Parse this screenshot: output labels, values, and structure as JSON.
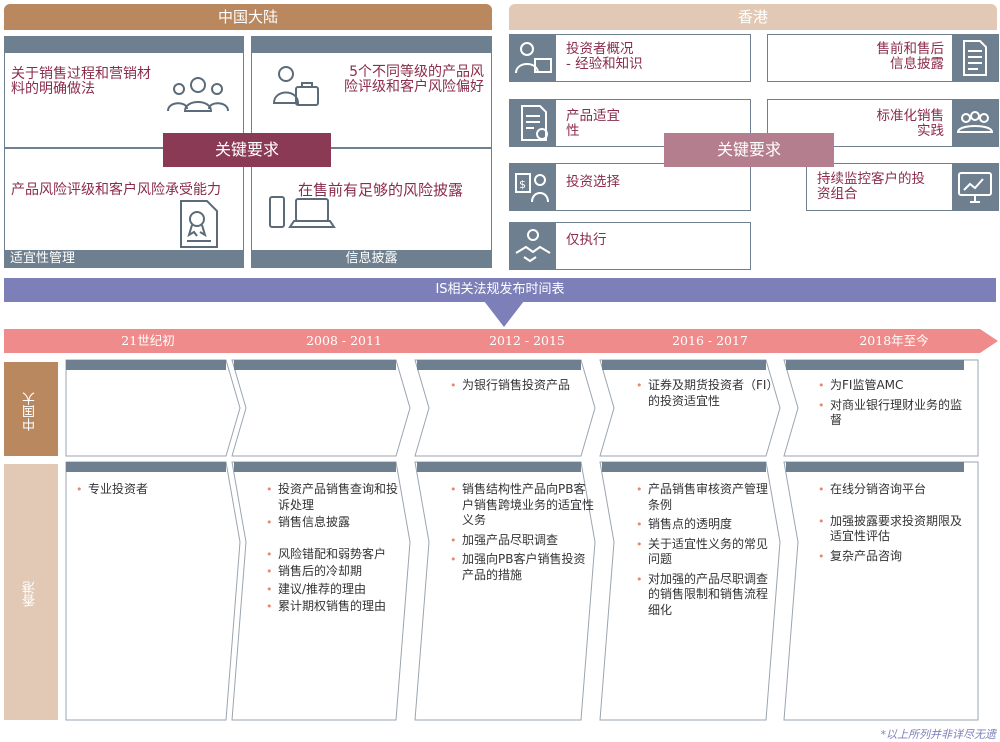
{
  "colors": {
    "cn_header": "#b9885f",
    "hk_header": "#e2c9b5",
    "slate": "#6e7f8f",
    "key_cn": "#8b3a56",
    "key_hk": "#b47e8e",
    "band": "#7d7fb9",
    "timeline": "#f08b8b",
    "text_red": "#8b2c4a"
  },
  "cn": {
    "header": "中国大陆",
    "q1": "关于销售过程和营销材料的明确做法",
    "q2": "5个不同等级的产品风险评级和客户风险偏好",
    "q3": "产品风险评级和客户风险承受能力",
    "q4": "在售前有足够的风险披露",
    "key": "关键要求",
    "foot_left": "适宜性管理",
    "foot_right": "信息披露",
    "icons": [
      "people-icon",
      "investor-briefcase-icon",
      "certificate-icon",
      "devices-icon"
    ]
  },
  "hk": {
    "header": "香港",
    "key": "关键要求",
    "left": [
      {
        "label": "投资者概况\n- 经验和知识",
        "icon": "investor-briefcase-icon"
      },
      {
        "label": "产品适宜\n性",
        "icon": "document-check-icon"
      },
      {
        "label": "投资选择",
        "icon": "money-person-icon"
      },
      {
        "label": "仅执行",
        "icon": "handshake-icon"
      }
    ],
    "right": [
      {
        "label": "售前和售后\n信息披露",
        "icon": "document-icon"
      },
      {
        "label": "标准化销售\n实践",
        "icon": "group-icon"
      },
      {
        "label": "持续监控客户的投\n资组合",
        "icon": "monitor-chart-icon"
      }
    ]
  },
  "band": "IS相关法规发布时间表",
  "timeline": [
    "21世纪初",
    "2008 - 2011",
    "2012 - 2015",
    "2016 - 2017",
    "2018年至今"
  ],
  "rows": {
    "cn": "中国大陆",
    "hk": "香港"
  },
  "cn_cells": [
    [],
    [],
    [
      "为银行销售投资产品"
    ],
    [
      "证券及期货投资者（FI）的投资适宜性"
    ],
    [
      "为FI监管AMC",
      "对商业银行理财业务的监督"
    ]
  ],
  "hk_cells": [
    [
      "专业投资者"
    ],
    [
      "投资产品销售查询和投诉处理",
      "销售信息披露",
      "风险错配和弱势客户",
      "销售后的冷却期",
      "建议/推荐的理由",
      "累计期权销售的理由"
    ],
    [
      "销售结构性产品向PB客户销售跨境业务的适宜性义务",
      "加强产品尽职调查",
      "加强向PB客户销售投资产品的措施"
    ],
    [
      "产品销售审核资产管理条例",
      "销售点的透明度",
      "关于适宜性义务的常见问题",
      "对加强的产品尽职调查的销售限制和销售流程细化"
    ],
    [
      "在线分销咨询平台",
      "加强披露要求投资期限及适宜性评估",
      "复杂产品咨询"
    ]
  ],
  "note": "*以上所列并非详尽无遗"
}
